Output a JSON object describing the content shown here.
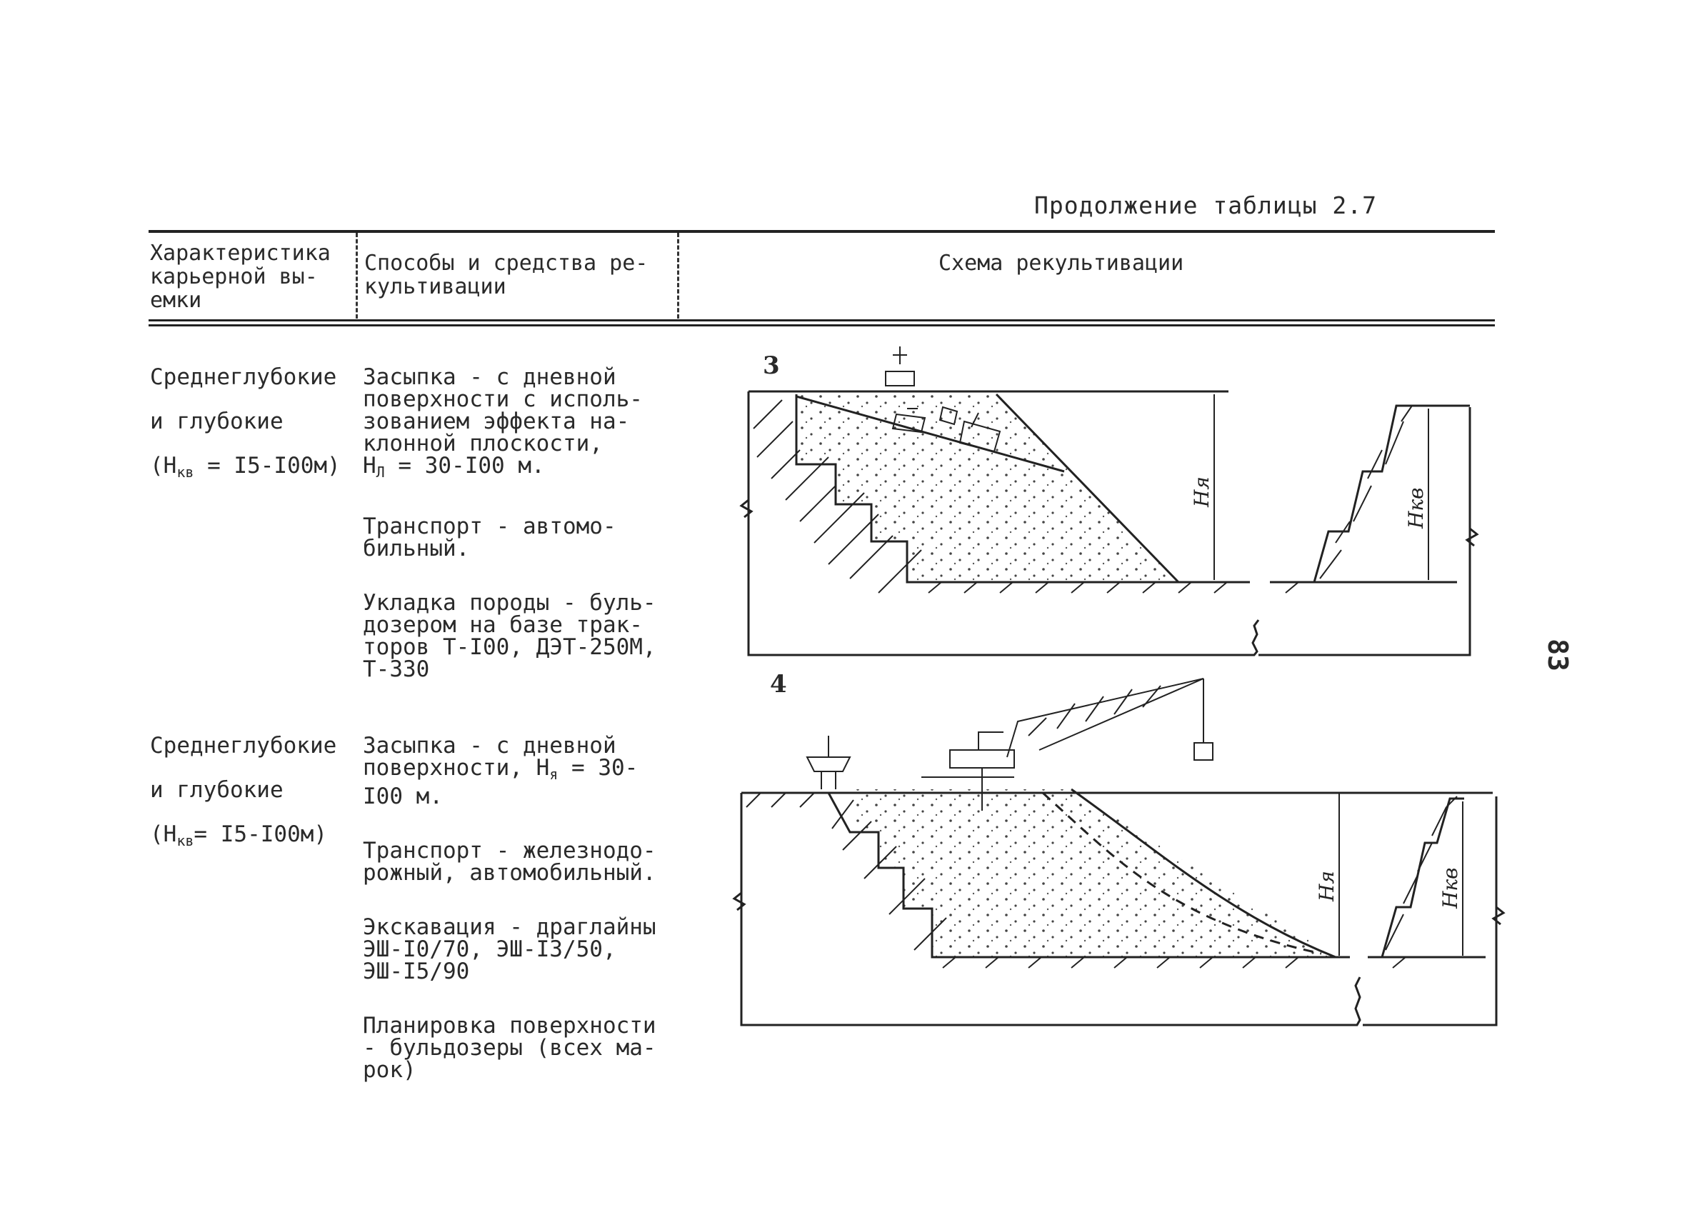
{
  "continuation_title": "Продолжение таблицы 2.7",
  "page_number": "83",
  "header": {
    "col1": [
      "Характеристика",
      "карьерной вы-",
      "емки"
    ],
    "col2": [
      "Способы и средства ре-",
      "культивации"
    ],
    "col3": "Схема рекультивации"
  },
  "rows": [
    {
      "col1": [
        "Среднеглубокие",
        "и глубокие"
      ],
      "col1_formula": {
        "pre": "(H",
        "sub": "кв",
        "post": " = I5-I00м)"
      },
      "col2": [
        {
          "text": "Засыпка - с дневной\nповерхности с исполь-\nзованием эффекта на-\nклонной плоскости,",
          "formula": {
            "pre": "H",
            "sub": "Л",
            "post": " = 30-I00 м."
          }
        },
        {
          "text": "Транспорт - автомо-\nбильный."
        },
        {
          "text": "Укладка породы - буль-\nдозером на базе трак-\nторов Т-I00, ДЭТ-250М,\nТ-330"
        }
      ],
      "figure": {
        "number": "3",
        "dim_left": "Hя",
        "dim_right": "Hкв"
      }
    },
    {
      "col1": [
        "Среднеглубокие",
        "и глубокие"
      ],
      "col1_formula": {
        "pre": "(H",
        "sub": "кв",
        "post": "= I5-I00м)"
      },
      "col2": [
        {
          "text": "Засыпка - с дневной",
          "formula": {
            "pre": "поверхности, H",
            "sub": "я",
            "post": " = 30-"
          },
          "tail": "I00 м."
        },
        {
          "text": "Транспорт - железнодо-\nрожный, автомобильный."
        },
        {
          "text": "Экскавация - драглайны\nЭШ-I0/70, ЭШ-I3/50,\nЭШ-I5/90"
        },
        {
          "text": "Планировка поверхности\n- бульдозеры (всех ма-\nрок)"
        }
      ],
      "figure": {
        "number": "4",
        "dim_left": "Hя",
        "dim_right": "Hкв"
      }
    }
  ]
}
